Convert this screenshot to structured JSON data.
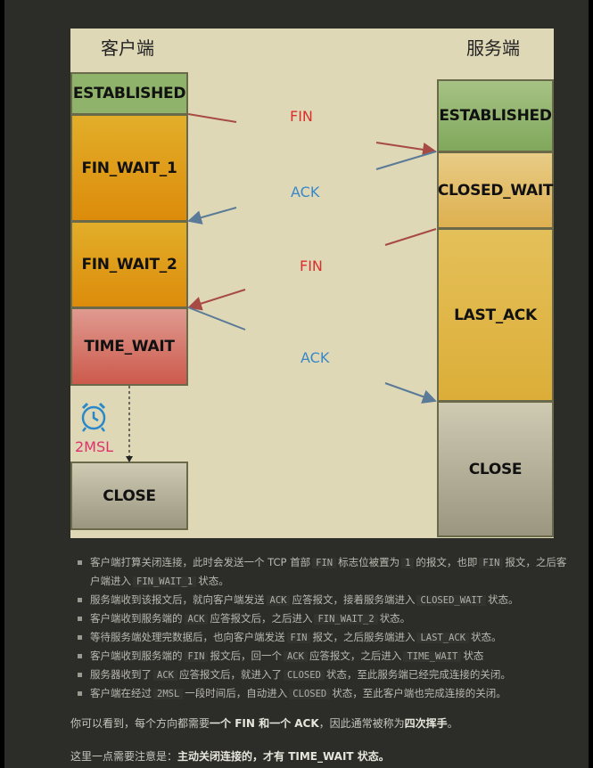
{
  "diagram": {
    "client_title": "客户端",
    "server_title": "服务端",
    "client_states": [
      "ESTABLISHED",
      "FIN_WAIT_1",
      "FIN_WAIT_2",
      "TIME_WAIT",
      "CLOSE"
    ],
    "server_states": [
      "ESTABLISHED",
      "CLOSED_WAIT",
      "LAST_ACK",
      "CLOSE"
    ],
    "messages": [
      "FIN",
      "ACK",
      "FIN",
      "ACK"
    ],
    "timer_label": "2MSL",
    "colors": {
      "fin": "#d9302c",
      "ack": "#3a87c8",
      "established": "#8fb36a",
      "wait": "#e0a020",
      "time_wait": "#d46a5e",
      "close": "#a8a592",
      "last_ack": "#e2b846"
    }
  },
  "bullets": [
    [
      {
        "t": "客户端打算关闭连接，此时会发送一个 TCP 首部"
      },
      {
        "c": "FIN"
      },
      {
        "t": "标志位被置为"
      },
      {
        "c": "1"
      },
      {
        "t": "的报文，也即"
      },
      {
        "c": "FIN"
      },
      {
        "t": "报文，之后客户端进入"
      },
      {
        "c": "FIN_WAIT_1"
      },
      {
        "t": "状态。"
      }
    ],
    [
      {
        "t": "服务端收到该报文后，就向客户端发送"
      },
      {
        "c": "ACK"
      },
      {
        "t": "应答报文，接着服务端进入"
      },
      {
        "c": "CLOSED_WAIT"
      },
      {
        "t": "状态。"
      }
    ],
    [
      {
        "t": "客户端收到服务端的"
      },
      {
        "c": "ACK"
      },
      {
        "t": "应答报文后，之后进入"
      },
      {
        "c": "FIN_WAIT_2"
      },
      {
        "t": "状态。"
      }
    ],
    [
      {
        "t": "等待服务端处理完数据后，也向客户端发送"
      },
      {
        "c": "FIN"
      },
      {
        "t": "报文，之后服务端进入"
      },
      {
        "c": "LAST_ACK"
      },
      {
        "t": "状态。"
      }
    ],
    [
      {
        "t": "客户端收到服务端的"
      },
      {
        "c": "FIN"
      },
      {
        "t": "报文后，回一个"
      },
      {
        "c": "ACK"
      },
      {
        "t": "应答报文，之后进入"
      },
      {
        "c": "TIME_WAIT"
      },
      {
        "t": "状态"
      }
    ],
    [
      {
        "t": "服务器收到了"
      },
      {
        "c": "ACK"
      },
      {
        "t": "应答报文后，就进入了"
      },
      {
        "c": "CLOSED"
      },
      {
        "t": "状态，至此服务端已经完成连接的关闭。"
      }
    ],
    [
      {
        "t": "客户端在经过"
      },
      {
        "c": "2MSL"
      },
      {
        "t": "一段时间后，自动进入"
      },
      {
        "c": "CLOSED"
      },
      {
        "t": "状态，至此客户端也完成连接的关闭。"
      }
    ]
  ],
  "para1": {
    "a": "你可以看到，每个方向都需要",
    "b": "一个 FIN 和一个 ACK",
    "c": "，因此通常被称为",
    "d": "四次挥手",
    "e": "。"
  },
  "para2": {
    "a": "这里一点需要注意是：",
    "b": "主动关闭连接的，才有 TIME_WAIT 状态。"
  }
}
